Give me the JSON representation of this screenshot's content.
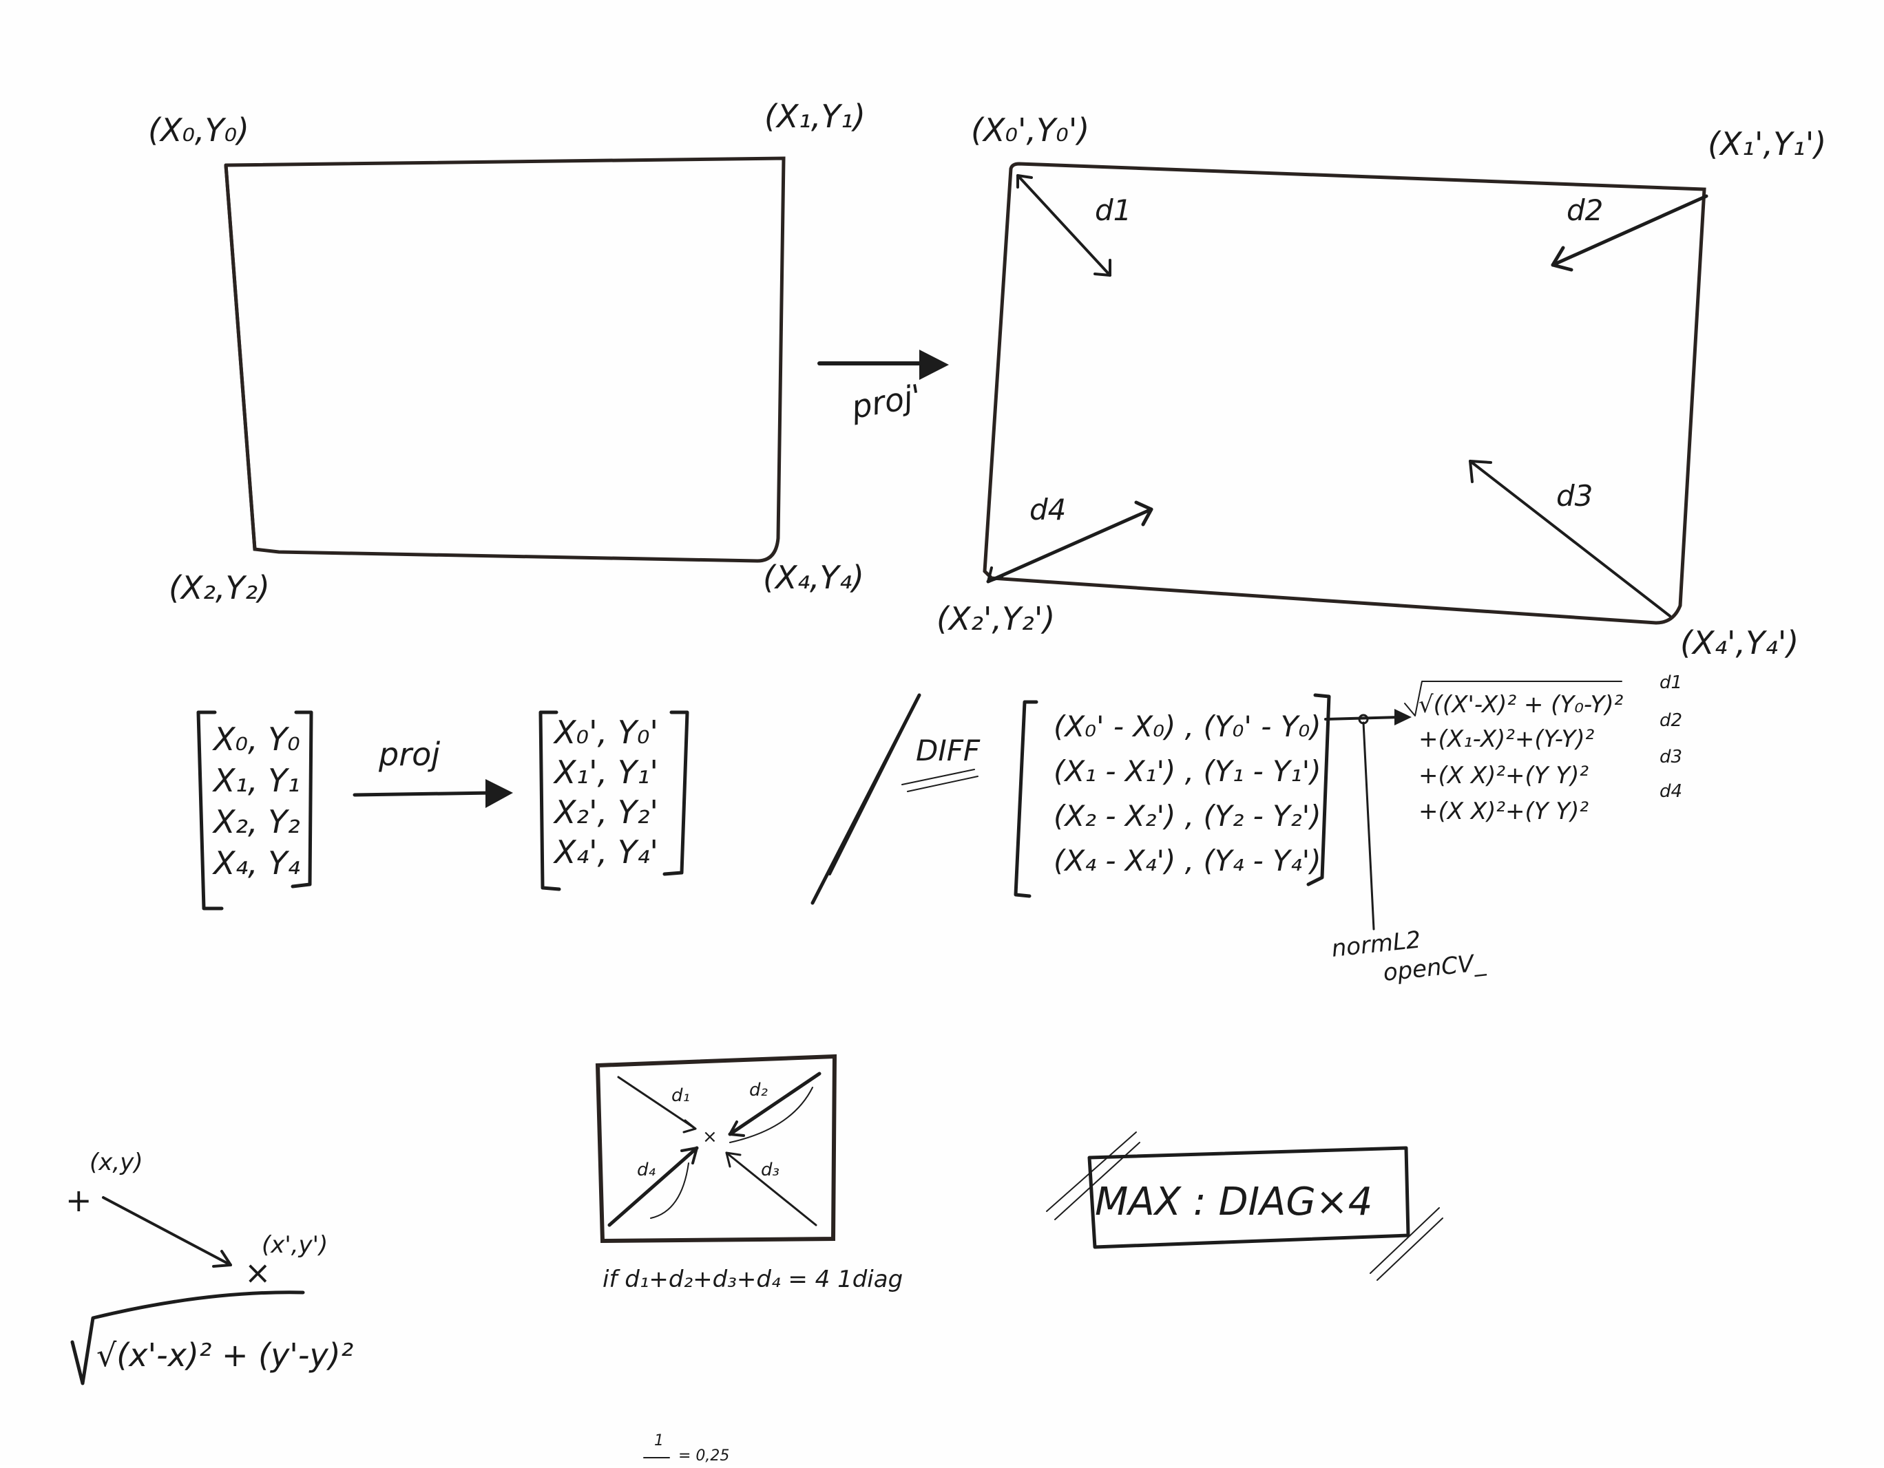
{
  "top_left_rect": {
    "corner_tl": "(X₀,Y₀)",
    "corner_tr": "(X₁,Y₁)",
    "corner_bl": "(X₂,Y₂)",
    "corner_br": "(X₄,Y₄)"
  },
  "projection_arrow_label": "proj'",
  "top_right_rect": {
    "corner_tl": "(X₀',Y₀')",
    "corner_tr": "(X₁',Y₁')",
    "corner_bl": "(X₂',Y₂')",
    "corner_br": "(X₄',Y₄')",
    "d1": "d1",
    "d2": "d2",
    "d3": "d3",
    "d4": "d4"
  },
  "matrix_original": {
    "rows": [
      "X₀, Y₀",
      "X₁, Y₁",
      "X₂, Y₂",
      "X₄, Y₄"
    ]
  },
  "matrix_proj_label": "proj",
  "matrix_projected": {
    "rows": [
      "X₀', Y₀'",
      "X₁', Y₁'",
      "X₂', Y₂'",
      "X₄', Y₄'"
    ]
  },
  "diff_label": "DIFF",
  "diff_matrix": {
    "rows": [
      "(X₀' - X₀) , (Y₀' - Y₀)",
      "(X₁ - X₁') , (Y₁ - Y₁')",
      "(X₂ - X₂') , (Y₂ - Y₂')",
      "(X₄ - X₄') , (Y₄ - Y₄')"
    ]
  },
  "norm_label_1": "normL2",
  "norm_label_2": "openCV_",
  "distance_list": [
    {
      "expr": "√((X'-X)² + (Y₀-Y)²",
      "tag": "d1"
    },
    {
      "expr": "+(X₁-X)²+(Y-Y)²",
      "tag": "d2"
    },
    {
      "expr": "+(X X)²+(Y Y)²",
      "tag": "d3"
    },
    {
      "expr": "+(X X)²+(Y Y)²",
      "tag": "d4"
    }
  ],
  "point_a": "(x,y)",
  "point_b": "(x',y')",
  "distance_formula": "√(x'-x)² + (y'-y)²",
  "small_rect": {
    "d1": "d₁",
    "d2": "d₂",
    "d3": "d₃",
    "d4": "d₄",
    "center": "×"
  },
  "condition": "if  d₁+d₂+d₃+d₄ = 4 1diag",
  "max_box": "MAX : DIAG×4",
  "fraction_num": "1",
  "fraction_rhs": "= 0,25"
}
